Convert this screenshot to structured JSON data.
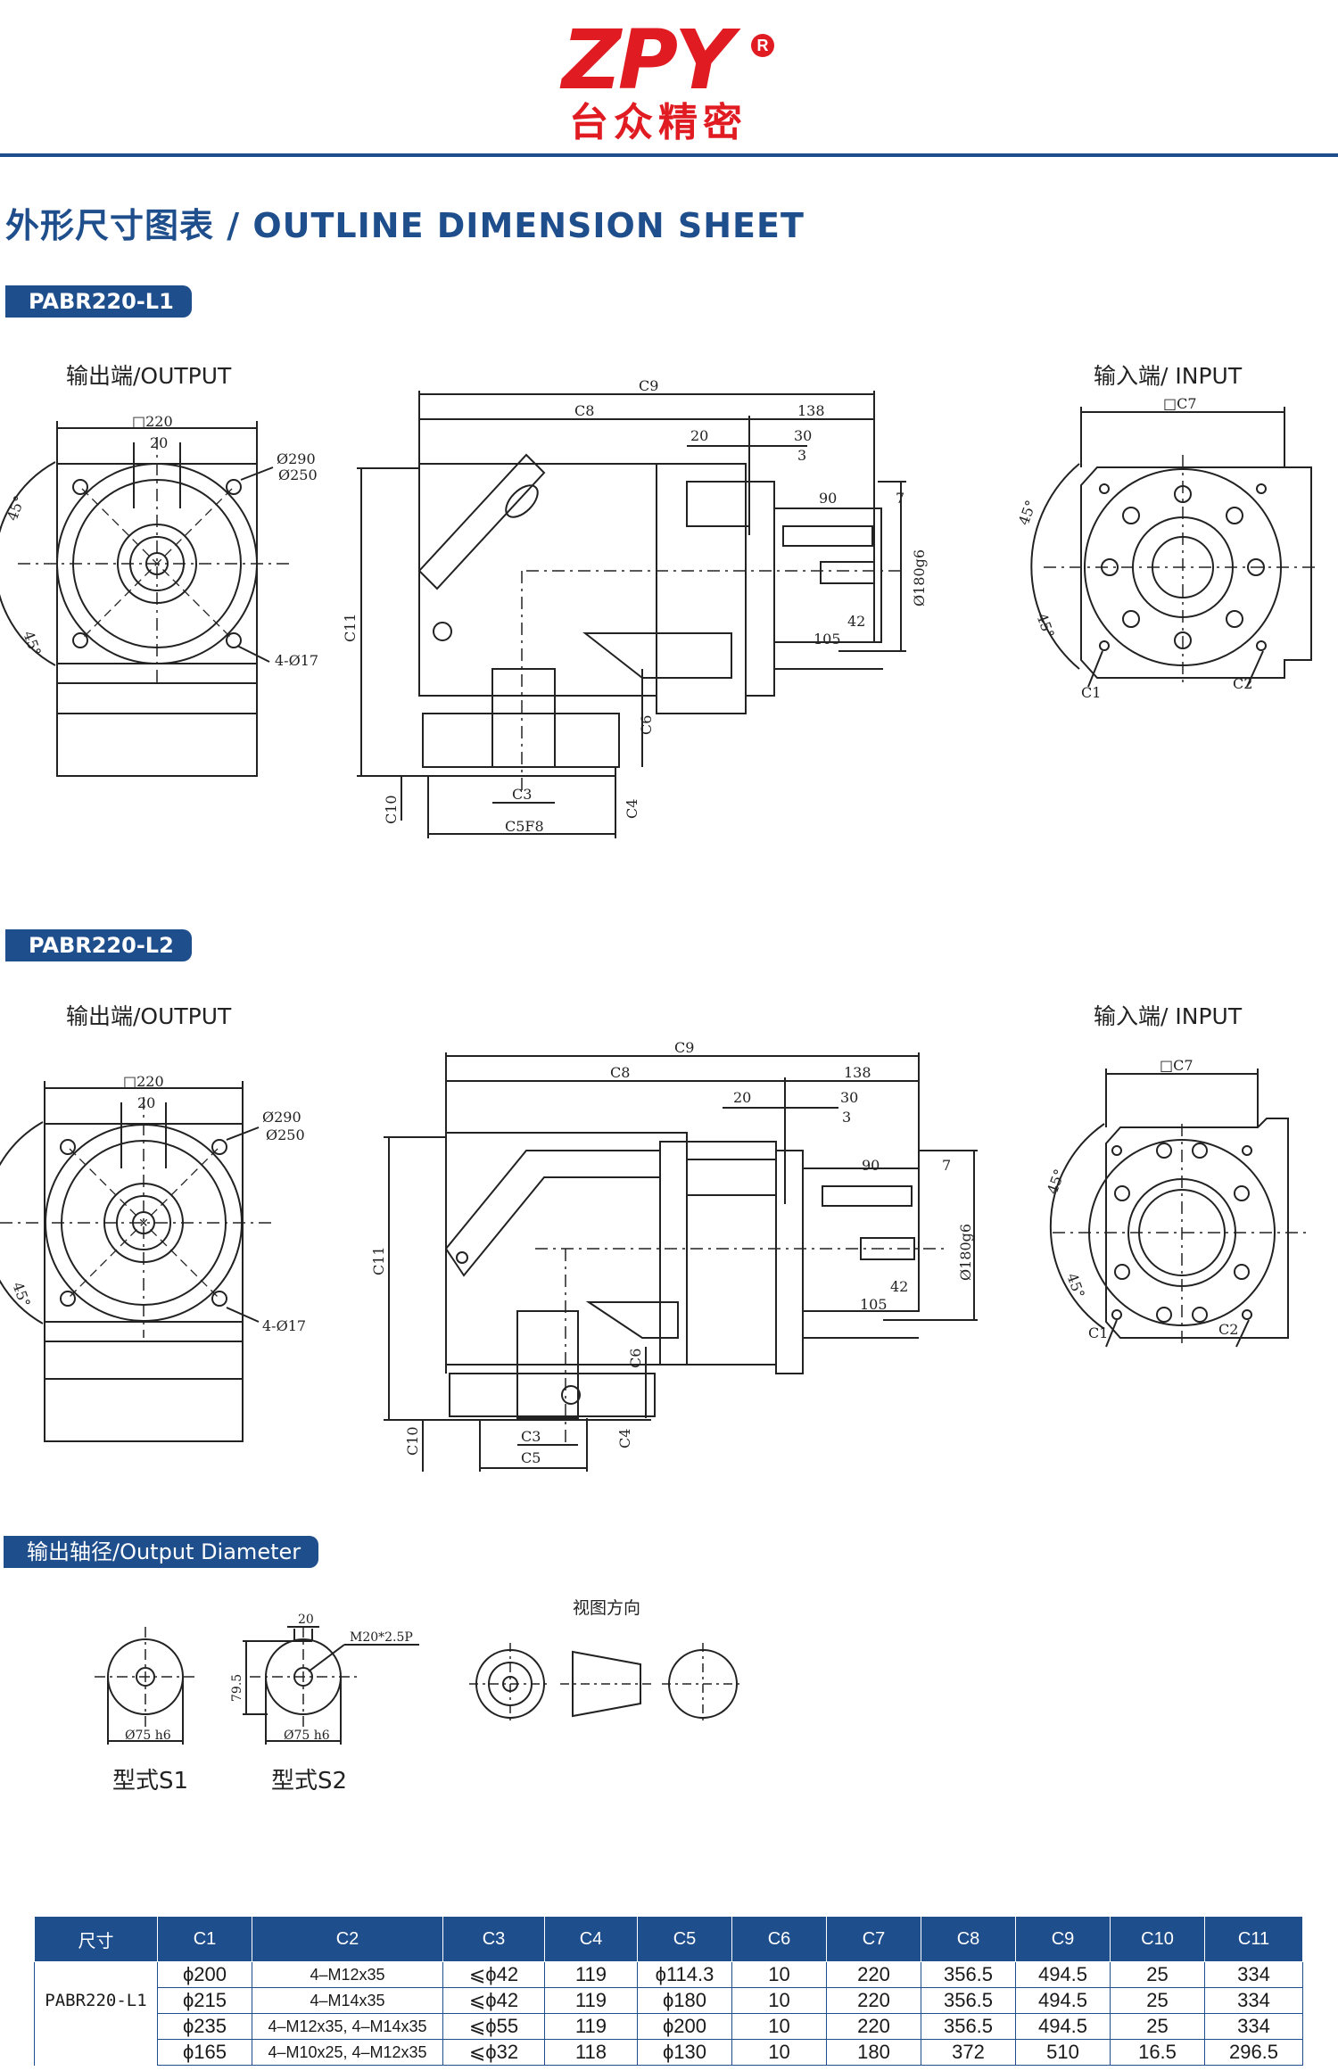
{
  "brand": {
    "logo_text": "ZPY",
    "logo_reg": "R",
    "logo_cn": "台众精密",
    "color": "#e01b22"
  },
  "accent": "#1f4e8c",
  "title": "外形尺寸图表 / OUTLINE DIMENSION SHEET",
  "sections": [
    {
      "tag": "PABR220-L1",
      "output_label": "输出端/OUTPUT",
      "input_label": "输入端/ INPUT"
    },
    {
      "tag": "PABR220-L2",
      "output_label": "输出端/OUTPUT",
      "input_label": "输入端/ INPUT"
    }
  ],
  "dims": {
    "sq220": "□220",
    "d20": "20",
    "d290": "Ø290",
    "d250": "Ø250",
    "deg45": "45°",
    "holes": "4-Ø17",
    "c9": "C9",
    "c8": "C8",
    "v138": "138",
    "v20": "20",
    "v30": "30",
    "v3": "3",
    "v90": "90",
    "v7": "7",
    "d180": "Ø180g6",
    "v42": "42",
    "v105": "105",
    "c11": "C11",
    "c6": "C6",
    "c10": "C10",
    "c4": "C4",
    "c3": "C3",
    "c5f8": "C5F8",
    "c5": "C5",
    "c7": "□C7",
    "c1": "C1",
    "c2": "C2"
  },
  "shaft": {
    "tag": "输出轴径/Output Diameter",
    "s1_dim": "Ø75 h6",
    "s2_dim": "Ø75 h6",
    "s2_width": "20",
    "s2_thread": "M20*2.5P",
    "s2_height": "79.5",
    "s1_label": "型式S1",
    "s2_label": "型式S2",
    "view_dir": "视图方向"
  },
  "table": {
    "headers": [
      "尺寸",
      "C1",
      "C2",
      "C3",
      "C4",
      "C5",
      "C6",
      "C7",
      "C8",
      "C9",
      "C10",
      "C11"
    ],
    "model": "PABR220-L1",
    "rows": [
      [
        "ϕ200",
        "4–M12x35",
        "⩽ϕ42",
        "119",
        "ϕ114.3",
        "10",
        "220",
        "356.5",
        "494.5",
        "25",
        "334"
      ],
      [
        "ϕ215",
        "4–M14x35",
        "⩽ϕ42",
        "119",
        "ϕ180",
        "10",
        "220",
        "356.5",
        "494.5",
        "25",
        "334"
      ],
      [
        "ϕ235",
        "4–M12x35, 4–M14x35",
        "⩽ϕ55",
        "119",
        "ϕ200",
        "10",
        "220",
        "356.5",
        "494.5",
        "25",
        "334"
      ],
      [
        "ϕ165",
        "4–M10x25, 4–M12x35",
        "⩽ϕ32",
        "118",
        "ϕ130",
        "10",
        "180",
        "372",
        "510",
        "16.5",
        "296.5"
      ]
    ]
  }
}
